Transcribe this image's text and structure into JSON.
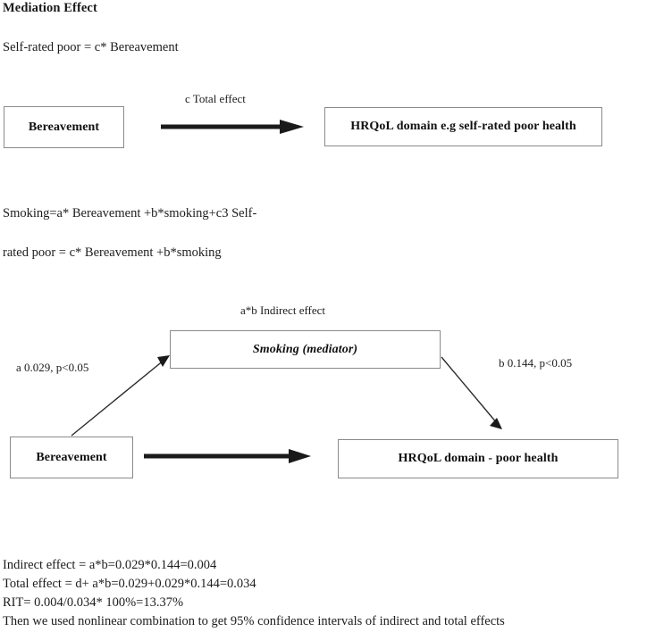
{
  "page": {
    "title": "Mediation Effect",
    "equation_top": "Self-rated poor = c* Bereavement",
    "equation_mid_line1": "Smoking=a* Bereavement +b*smoking+c3 Self-",
    "equation_mid_line2": "rated poor = c* Bereavement +b*smoking"
  },
  "diagram_total_effect": {
    "source_node": "Bereavement",
    "target_node": "HRQoL domain e.g self-rated poor health",
    "path_label": "c Total effect"
  },
  "diagram_mediation": {
    "indirect_label": "a*b Indirect effect",
    "mediator_node": "Smoking (mediator)",
    "source_node": "Bereavement",
    "target_node": "HRQoL domain - poor health",
    "path_a_label": "a 0.029, p<0.05",
    "path_b_label": "b 0.144, p<0.05"
  },
  "results": {
    "line1": "Indirect effect = a*b=0.029*0.144=0.004",
    "line2": "Total effect = d+ a*b=0.029+0.029*0.144=0.034",
    "line3": "RIT= 0.004/0.034* 100%=13.37%",
    "line4": "Then we used nonlinear combination to get 95% confidence intervals of indirect and total effects"
  },
  "style_colors": {
    "ink": "#1a1a1a",
    "box_border": "#8a8a8a",
    "arrow_thick": "#1a1a1a",
    "arrow_thin": "#2b2b2b"
  }
}
